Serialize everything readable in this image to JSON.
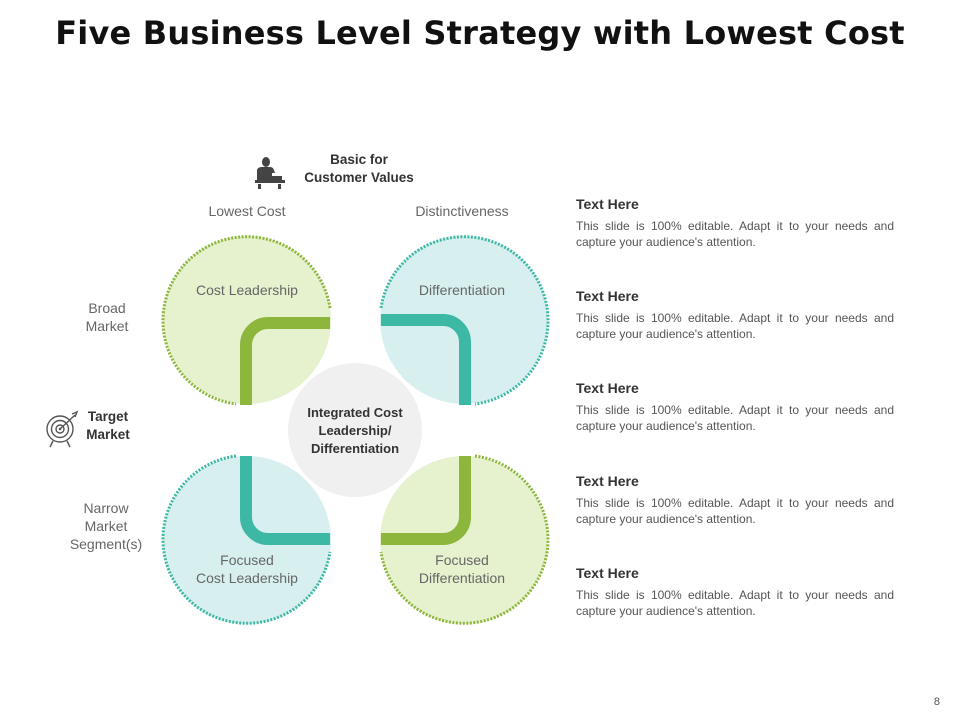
{
  "title": "Five Business Level Strategy with Lowest Cost",
  "header": {
    "basic_label": "Basic for Customer Values",
    "basic_line1": "Basic for",
    "basic_line2": "Customer Values",
    "lowest_cost": "Lowest Cost",
    "distinctiveness": "Distinctiveness"
  },
  "side": {
    "broad_line1": "Broad",
    "broad_line2": "Market",
    "target_line1": "Target",
    "target_line2": "Market",
    "narrow_line1": "Narrow",
    "narrow_line2": "Market",
    "narrow_line3": "Segment(s)"
  },
  "quadrants": {
    "tl": "Cost Leadership",
    "tr": "Differentiation",
    "bl_line1": "Focused",
    "bl_line2": "Cost Leadership",
    "br_line1": "Focused",
    "br_line2": "Differentiation"
  },
  "center": {
    "line1": "Integrated Cost",
    "line2": "Leadership/",
    "line3": "Differentiation"
  },
  "items": [
    {
      "heading": "Text Here",
      "body": "This slide is 100% editable. Adapt it to your needs and capture your audience's attention."
    },
    {
      "heading": "Text Here",
      "body": "This slide is 100% editable. Adapt it to your needs and capture your audience's attention."
    },
    {
      "heading": "Text Here",
      "body": "This slide is 100% editable. Adapt it to your needs and capture your audience's attention."
    },
    {
      "heading": "Text Here",
      "body": "This slide is 100% editable. Adapt it to your needs and capture your audience's attention."
    },
    {
      "heading": "Text Here",
      "body": "This slide is 100% editable. Adapt it to your needs and capture your audience's attention."
    }
  ],
  "page_number": "8",
  "colors": {
    "green": "#8CB63C",
    "green_fill": "#E6F1CE",
    "teal": "#3DB8A5",
    "teal_fill": "#D7EFEF",
    "center_fill": "#F0F0F0"
  },
  "icons": {
    "basic": "person-at-desk-icon",
    "target": "target-dart-icon"
  }
}
